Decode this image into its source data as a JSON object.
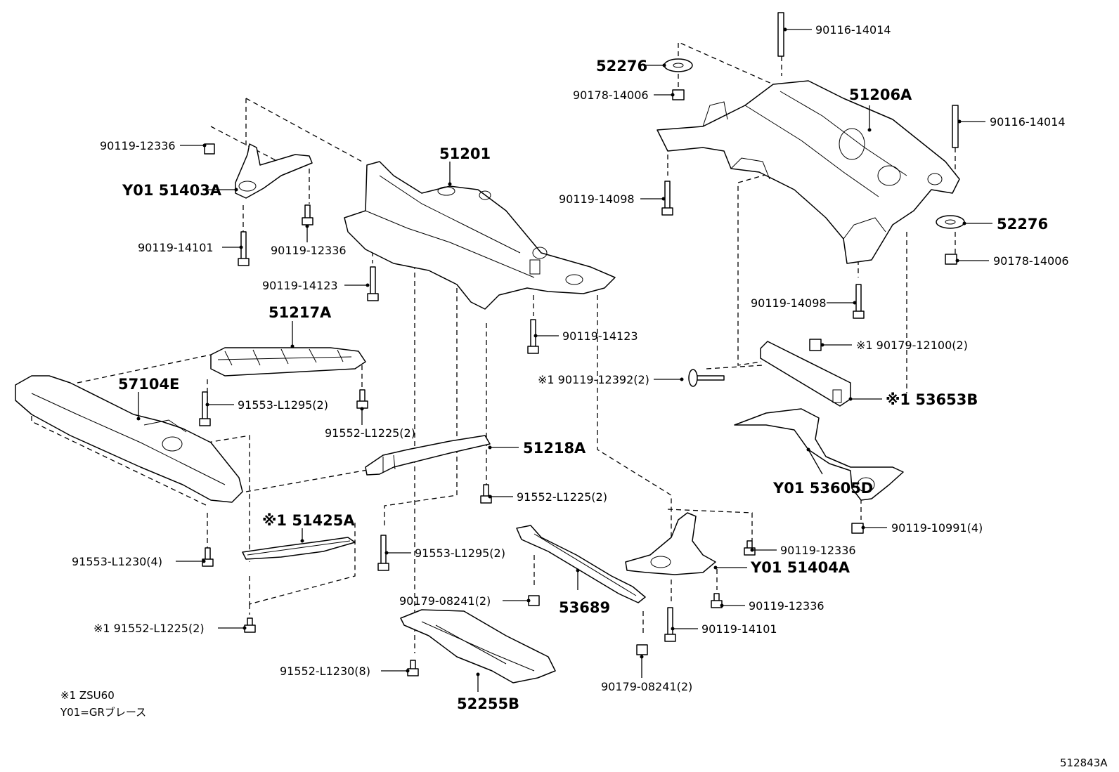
{
  "labels": {
    "p90116_14014_top": "90116-14014",
    "p52276_top": "52276",
    "p90178_14006_top": "90178-14006",
    "p51206A": "51206A",
    "p90116_14014_right": "90116-14014",
    "p90119_14098_left": "90119-14098",
    "p52276_right": "52276",
    "p90178_14006_right": "90178-14006",
    "p90119_14098_mid": "90119-14098",
    "p90179_12100": "※1 90179-12100(2)",
    "p90119_12392": "※1 90119-12392(2)",
    "p53653B": "※1 53653B",
    "pY01_53605D": "Y01 53605D",
    "p90119_10991": "90119-10991(4)",
    "p90119_12336_a": "90119-12336",
    "pY01_51403A": "Y01 51403A",
    "p90119_14101_a": "90119-14101",
    "p90119_12336_b": "90119-12336",
    "p90119_14123_a": "90119-14123",
    "p51201": "51201",
    "p90119_14123_b": "90119-14123",
    "p51217A": "51217A",
    "p57104E": "57104E",
    "p91553_L1295_a": "91553-L1295(2)",
    "p91552_L1225_a": "91552-L1225(2)",
    "p51218A": "51218A",
    "p91552_L1225_b": "91552-L1225(2)",
    "p51425A": "※1 51425A",
    "p91553_L1230": "91553-L1230(4)",
    "p91553_L1295_b": "91553-L1295(2)",
    "p90179_08241_a": "90179-08241(2)",
    "p53689": "53689",
    "p90119_12336_c": "90119-12336",
    "pY01_51404A": "Y01 51404A",
    "p90119_12336_d": "90119-12336",
    "p91552_L1225_c": "※1 91552-L1225(2)",
    "p90119_14101_b": "90119-14101",
    "p91552_L1230": "91552-L1230(8)",
    "p52255B": "52255B",
    "p90179_08241_b": "90179-08241(2)"
  },
  "notes": {
    "line1": "※1 ZSU60",
    "line2": "Y01=GRブレース"
  },
  "diagram_id": "512843A"
}
